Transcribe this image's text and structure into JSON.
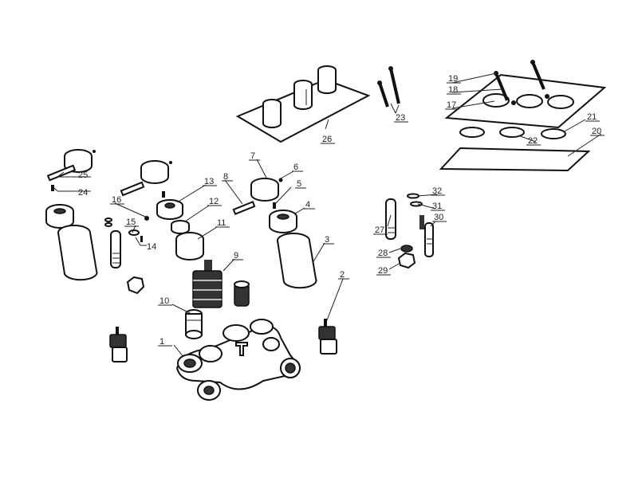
{
  "diagram": {
    "labels": {
      "1": "1",
      "2": "2",
      "3": "3",
      "4": "4",
      "5": "5",
      "6": "6",
      "7": "7",
      "8": "8",
      "9": "9",
      "10": "10",
      "11": "11",
      "12": "12",
      "13": "13",
      "14": "14",
      "15": "15",
      "16": "16",
      "17": "17",
      "18": "18",
      "19": "19",
      "20": "20",
      "21": "21",
      "22": "22",
      "23": "23",
      "24": "24",
      "25": "25",
      "26": "26",
      "27": "27",
      "28": "28",
      "29": "29",
      "30": "30",
      "31": "31",
      "32": "32"
    }
  },
  "colors": {
    "line": "#111111",
    "background": "#ffffff",
    "dark_fill": "#333333"
  }
}
